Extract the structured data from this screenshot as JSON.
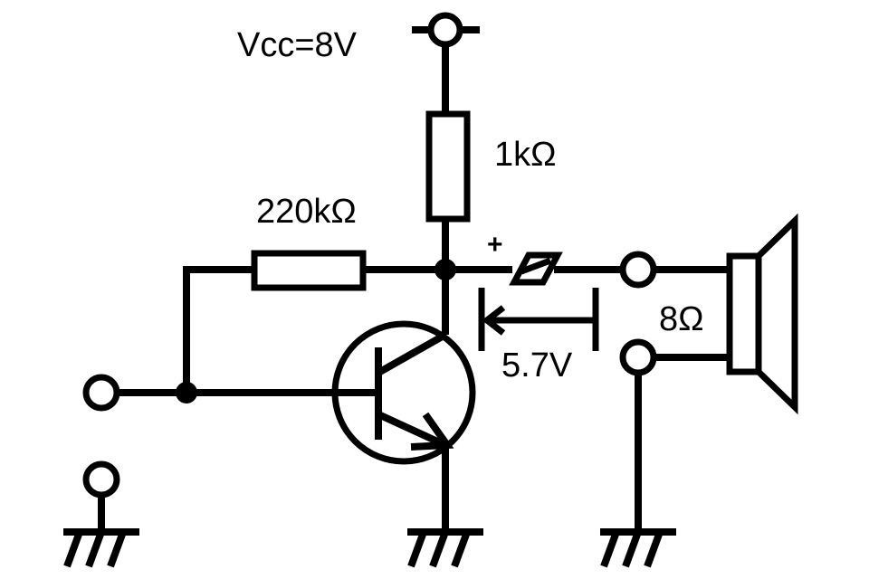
{
  "diagram": {
    "labels": {
      "vcc": "Vcc=8V",
      "r_collector": "1kΩ",
      "r_bias": "220kΩ",
      "speaker": "8Ω",
      "cap_voltage": "5.7V",
      "cap_polarity": "+"
    }
  }
}
